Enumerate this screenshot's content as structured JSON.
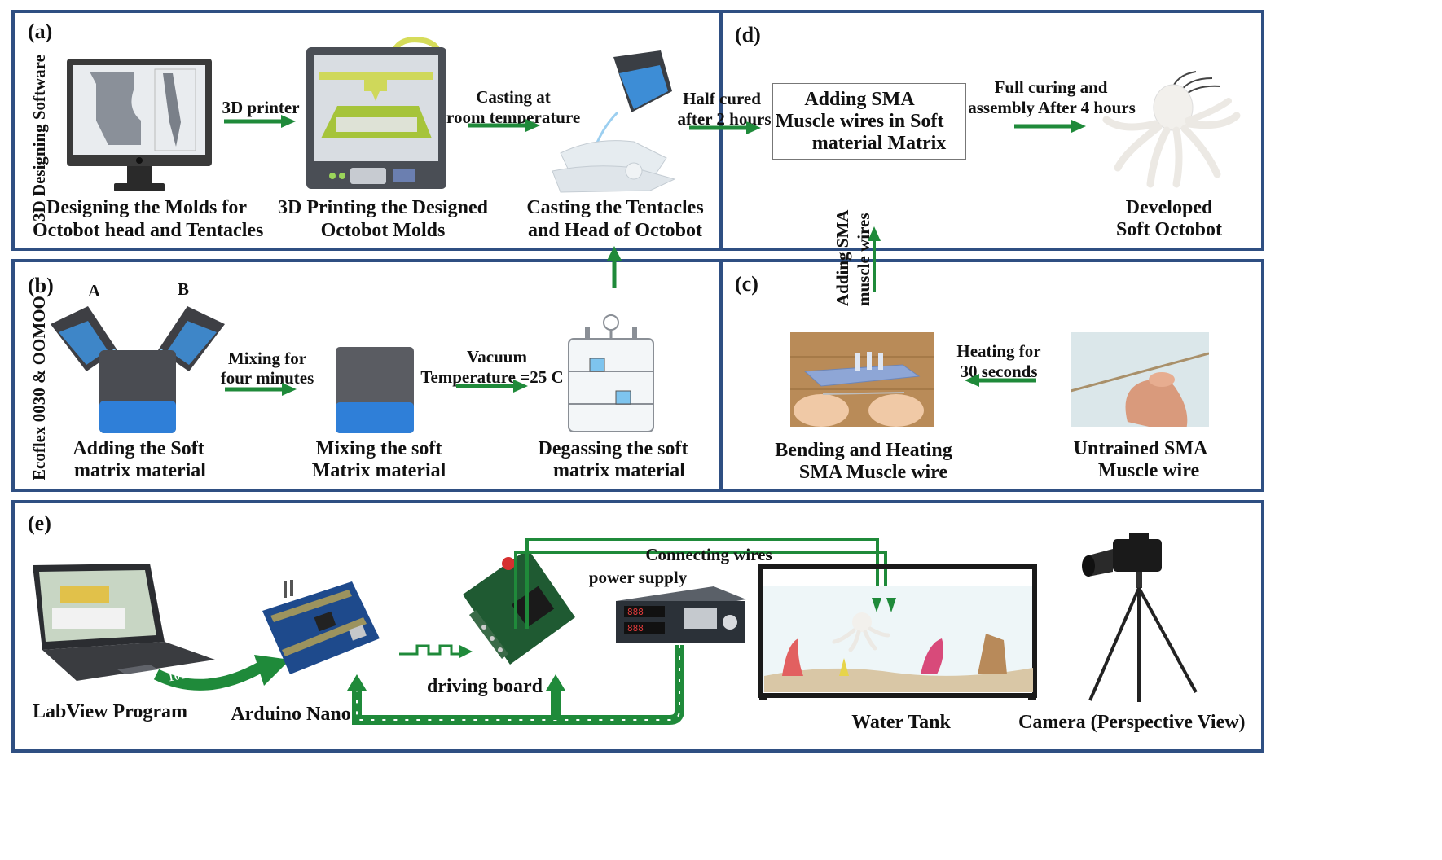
{
  "panel_a": {
    "label": "(a)",
    "side_label": "3D Designing Software",
    "step1": [
      "Designing the Molds for",
      "Octobot head and Tentacles"
    ],
    "arrow1": "3D printer",
    "step2": [
      "3D Printing the Designed",
      "Octobot Molds"
    ],
    "arrow2": [
      "Casting at",
      "room temperature"
    ],
    "step3": [
      "Casting the Tentacles",
      "and Head of Octobot"
    ]
  },
  "panel_d": {
    "label": "(d)",
    "arrow_in": [
      "Half cured",
      "after 2 hours"
    ],
    "box": [
      "Adding SMA",
      "Muscle wires in Soft",
      "material Matrix"
    ],
    "arrow2": [
      "Full curing and",
      "assembly After 4 hours"
    ],
    "result": [
      "Developed",
      "Soft Octobot"
    ]
  },
  "panel_b": {
    "label": "(b)",
    "side_label": "Ecoflex 0030 & OOMOO",
    "cup_a": "A",
    "cup_b": "B",
    "step1": [
      "Adding the Soft",
      "matrix material"
    ],
    "arrow1": [
      "Mixing for",
      "four minutes"
    ],
    "step2": [
      "Mixing the soft",
      "Matrix material"
    ],
    "arrow2": [
      "Vacuum",
      "Temperature =25 C"
    ],
    "step3": [
      "Degassing the soft",
      "matrix material"
    ]
  },
  "panel_c": {
    "label": "(c)",
    "side_label": [
      "Adding SMA",
      "muscle wires"
    ],
    "step1": [
      "Bending and Heating",
      "SMA Muscle wire"
    ],
    "arrow1": [
      "Heating for",
      "30 seconds"
    ],
    "step2": [
      "Untrained SMA",
      "Muscle wire"
    ]
  },
  "panel_e": {
    "label": "(e)",
    "laptop": "LabView Program",
    "bits": "1010101010",
    "arduino": "Arduino Nano",
    "board": "driving board",
    "wires": "Connecting wires",
    "power": "power supply",
    "tank": "Water Tank",
    "camera": "Camera (Perspective View)"
  },
  "colors": {
    "border": "#2f4f82",
    "arrow": "#1f8a3a",
    "blue_liquid": "#2f7fd8"
  }
}
